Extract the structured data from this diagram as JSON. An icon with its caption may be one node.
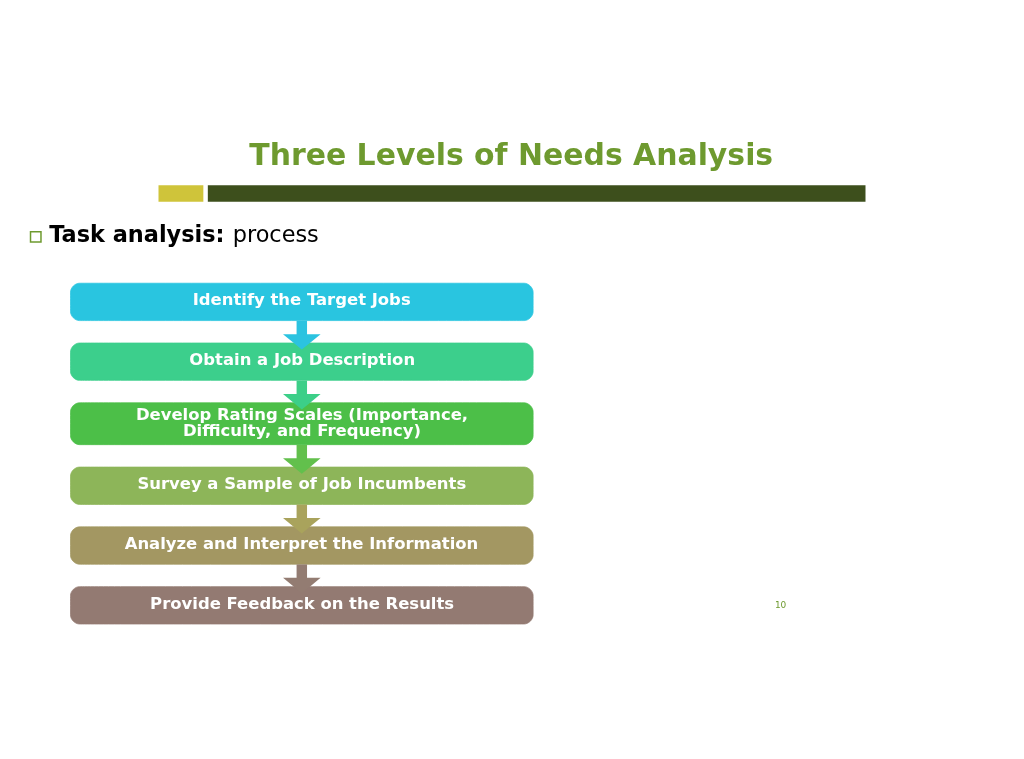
{
  "diagram": {
    "title": "Three Levels of Needs Analysis",
    "nodes": [
      {
        "text": [
          "Identify the Target Jobs"
        ]
      },
      {
        "text": [
          "Obtain a Job Description"
        ]
      },
      {
        "text": [
          "Develop Rating Scales (Importance, Difficulty, and Frequency)"
        ]
      },
      {
        "text": [
          "Survey a Sample of Job Incumbents"
        ]
      },
      {
        "text": [
          "Analyze and Interpret the Information"
        ]
      },
      {
        "text": [
          "Provide Feedback on the Results"
        ]
      }
    ],
    "edges": [
      {
        "from": 0,
        "to": 1,
        "arrow": "to",
        "color": "#2bc3e0"
      },
      {
        "from": 1,
        "to": 2,
        "arrow": "to",
        "color": "#3ccf88"
      },
      {
        "from": 2,
        "to": 3,
        "arrow": "to",
        "color": "#62c04c"
      },
      {
        "from": 3,
        "to": 4,
        "arrow": "to",
        "color": "#a9a35c"
      },
      {
        "from": 4,
        "to": 5,
        "arrow": "to",
        "color": "#937c72"
      }
    ],
    "labels": [
      "**Task analysis:** process",
      "10"
    ]
  }
}
